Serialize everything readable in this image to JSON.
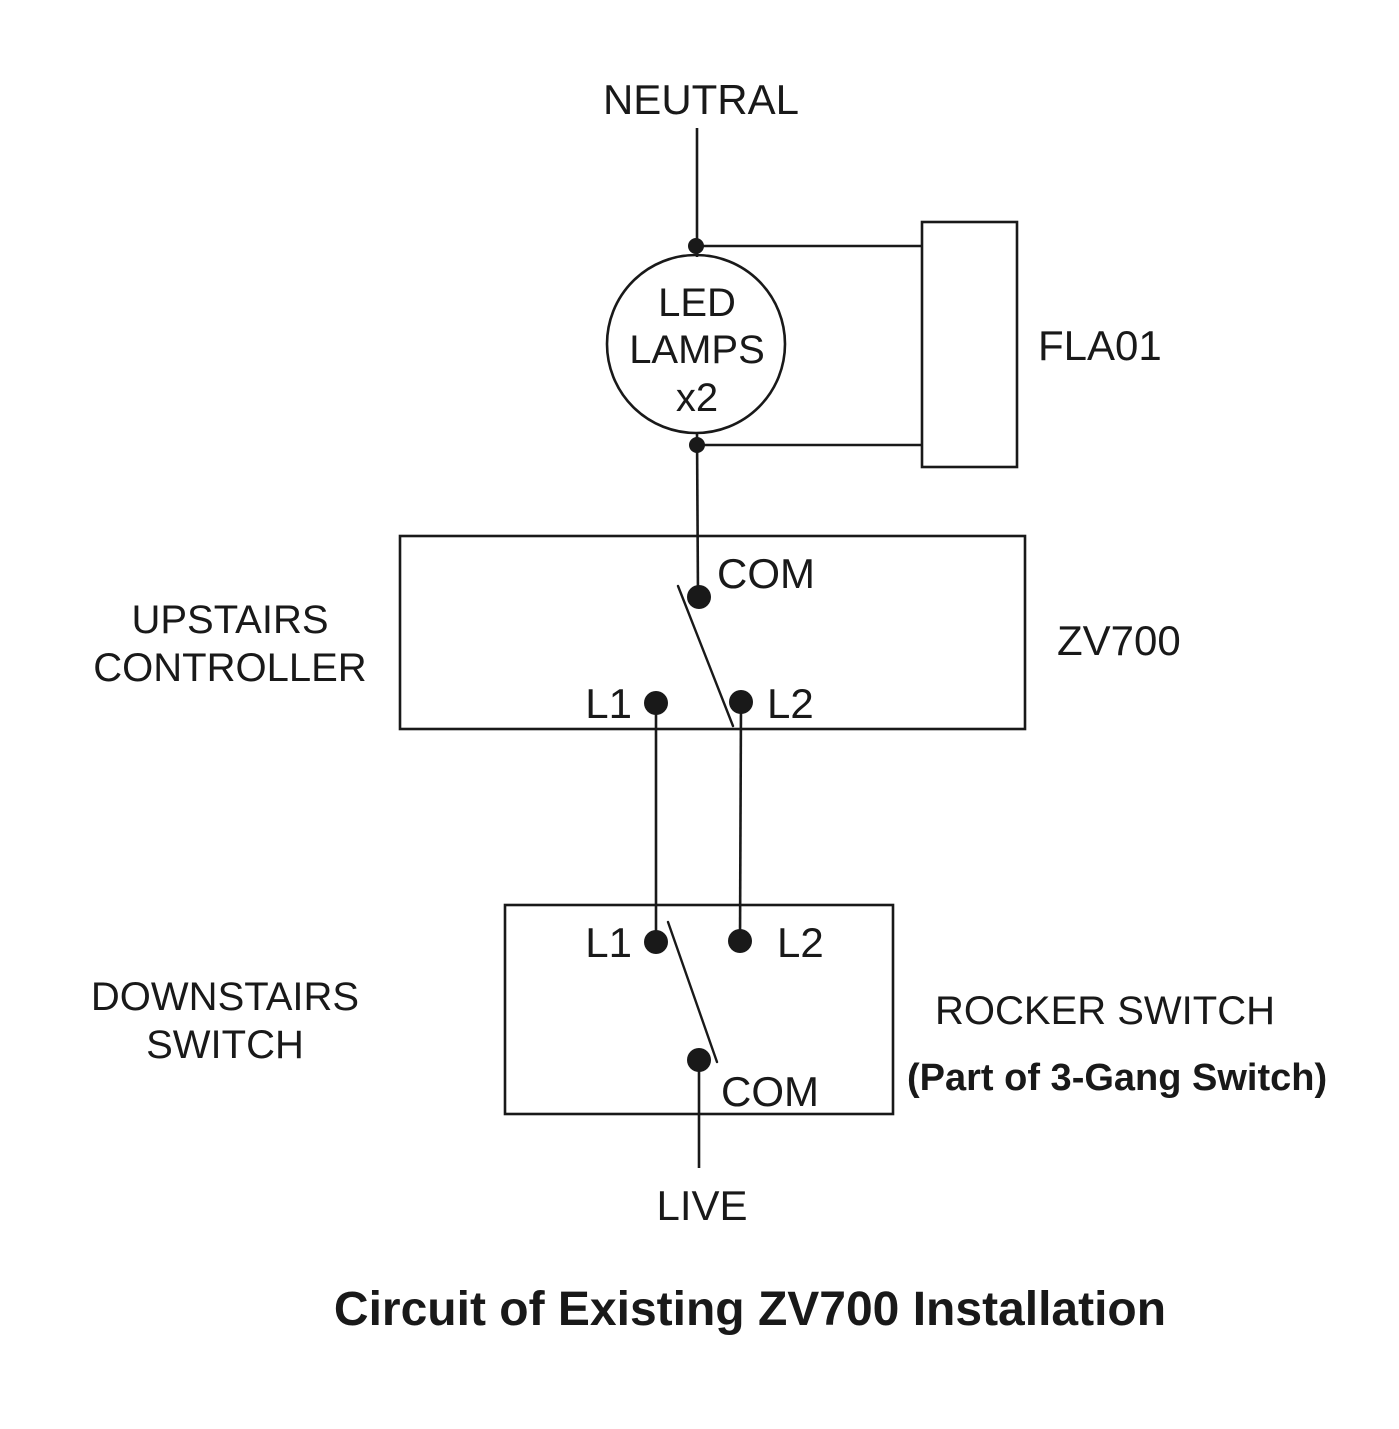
{
  "diagram": {
    "title": "Circuit of Existing ZV700 Installation",
    "feeds": {
      "neutral_label": "NEUTRAL",
      "live_label": "LIVE"
    },
    "lamp": {
      "line1": "LED",
      "line2": "LAMPS",
      "line3": "x2",
      "driver_label": "FLA01"
    },
    "upstairs_controller": {
      "name_line1": "UPSTAIRS",
      "name_line2": "CONTROLLER",
      "model_label": "ZV700",
      "terminal_com": "COM",
      "terminal_l1": "L1",
      "terminal_l2": "L2"
    },
    "downstairs_switch": {
      "name_line1": "DOWNSTAIRS",
      "name_line2": "SWITCH",
      "type_label": "ROCKER SWITCH",
      "type_note": "(Part of 3-Gang Switch)",
      "terminal_com": "COM",
      "terminal_l1": "L1",
      "terminal_l2": "L2"
    },
    "colors": {
      "line": "#191919",
      "text": "#191919",
      "background": "#ffffff"
    }
  }
}
